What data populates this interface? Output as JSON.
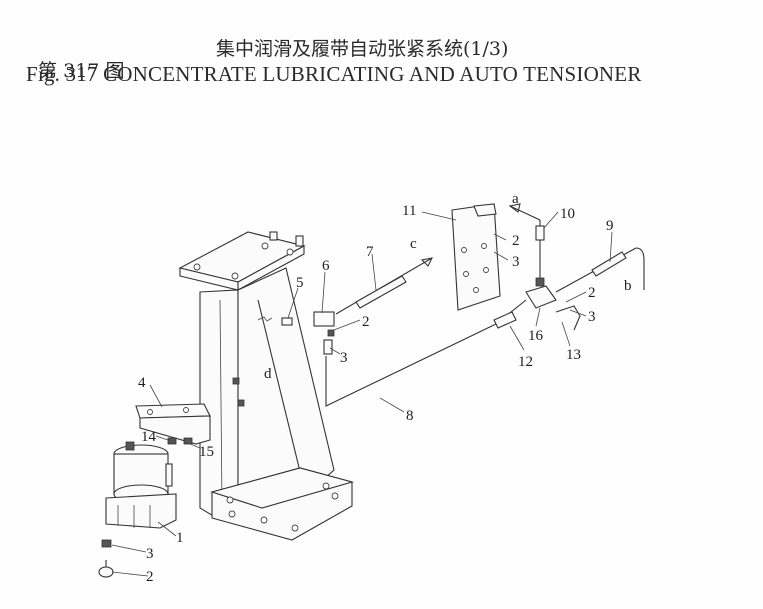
{
  "title": {
    "cn_fig": "第 317 图",
    "cn_name": "集中润滑及履带自动张紧系统(1/3)",
    "en": "Fig. 317 CONCENTRATE LUBRICATING AND AUTO TENSIONER"
  },
  "callouts": [
    {
      "id": "c-1",
      "text": "1"
    },
    {
      "id": "c-2a",
      "text": "2"
    },
    {
      "id": "c-3a",
      "text": "3"
    },
    {
      "id": "c-4",
      "text": "4"
    },
    {
      "id": "c-14",
      "text": "14"
    },
    {
      "id": "c-15",
      "text": "15"
    },
    {
      "id": "c-5",
      "text": "5"
    },
    {
      "id": "c-6",
      "text": "6"
    },
    {
      "id": "c-2b",
      "text": "2"
    },
    {
      "id": "c-3b",
      "text": "3"
    },
    {
      "id": "c-7",
      "text": "7"
    },
    {
      "id": "c-c",
      "text": "c"
    },
    {
      "id": "c-d",
      "text": "d"
    },
    {
      "id": "c-8",
      "text": "8"
    },
    {
      "id": "c-11",
      "text": "11"
    },
    {
      "id": "c-a",
      "text": "a"
    },
    {
      "id": "c-2c",
      "text": "2"
    },
    {
      "id": "c-3c",
      "text": "3"
    },
    {
      "id": "c-10",
      "text": "10"
    },
    {
      "id": "c-9",
      "text": "9"
    },
    {
      "id": "c-b",
      "text": "b"
    },
    {
      "id": "c-2d",
      "text": "2"
    },
    {
      "id": "c-3d",
      "text": "3"
    },
    {
      "id": "c-13",
      "text": "13"
    },
    {
      "id": "c-16",
      "text": "16"
    },
    {
      "id": "c-12",
      "text": "12"
    }
  ]
}
